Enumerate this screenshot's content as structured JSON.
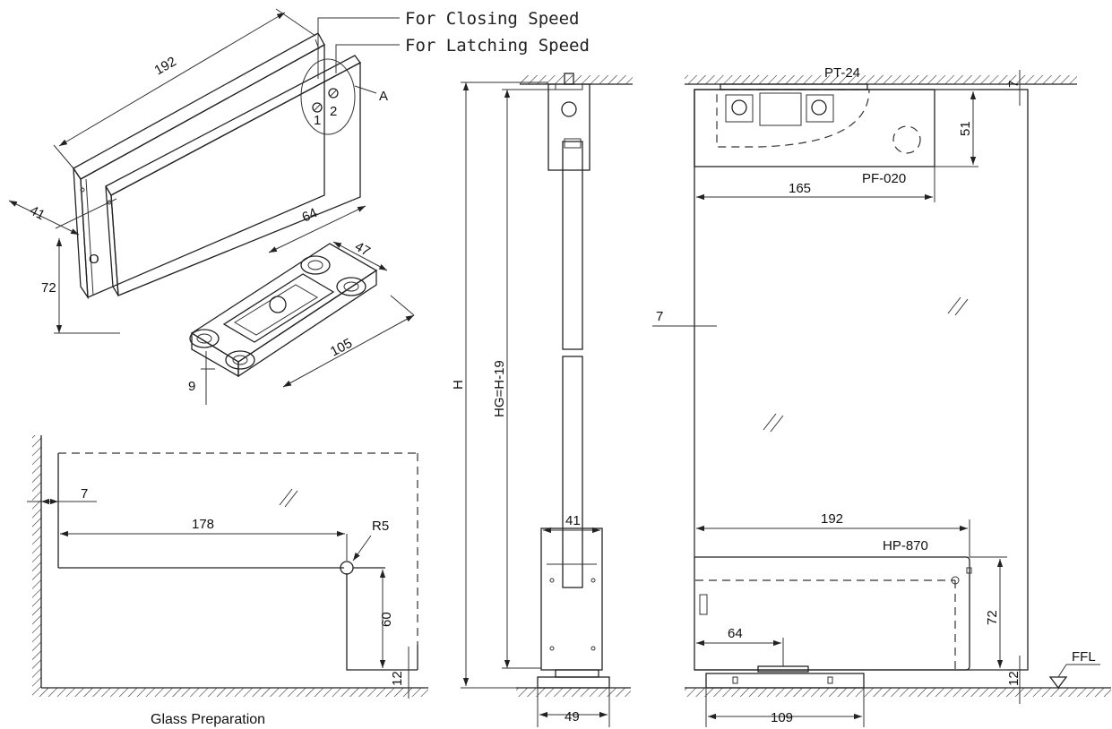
{
  "callouts": {
    "closing_speed": "For Closing Speed",
    "latching_speed": "For Latching Speed",
    "detail_label": "A",
    "valve_1": "1",
    "valve_2": "2"
  },
  "iso_view": {
    "length": "192",
    "depth": "41",
    "height": "72",
    "plate_width": "64",
    "plate_depth": "47",
    "plate_length": "105",
    "plate_height": "9"
  },
  "glass_prep": {
    "caption": "Glass Preparation",
    "offset": "7",
    "notch_length": "178",
    "radius": "R5",
    "notch_height": "60",
    "floor_gap": "12"
  },
  "side_view": {
    "overall_height": "H",
    "glass_height": "HG=H-19",
    "body_width": "41",
    "base_width": "49"
  },
  "front_view": {
    "top_clamp": "PT-24",
    "top_gap": "7",
    "top_fitting": "PF-020",
    "top_fitting_height": "51",
    "top_fitting_length": "165",
    "side_gap": "7",
    "patch_length": "192",
    "patch_model": "HP-870",
    "patch_height": "72",
    "pivot_offset": "64",
    "floor_gap": "12",
    "floor_label": "FFL",
    "base_width": "109"
  }
}
